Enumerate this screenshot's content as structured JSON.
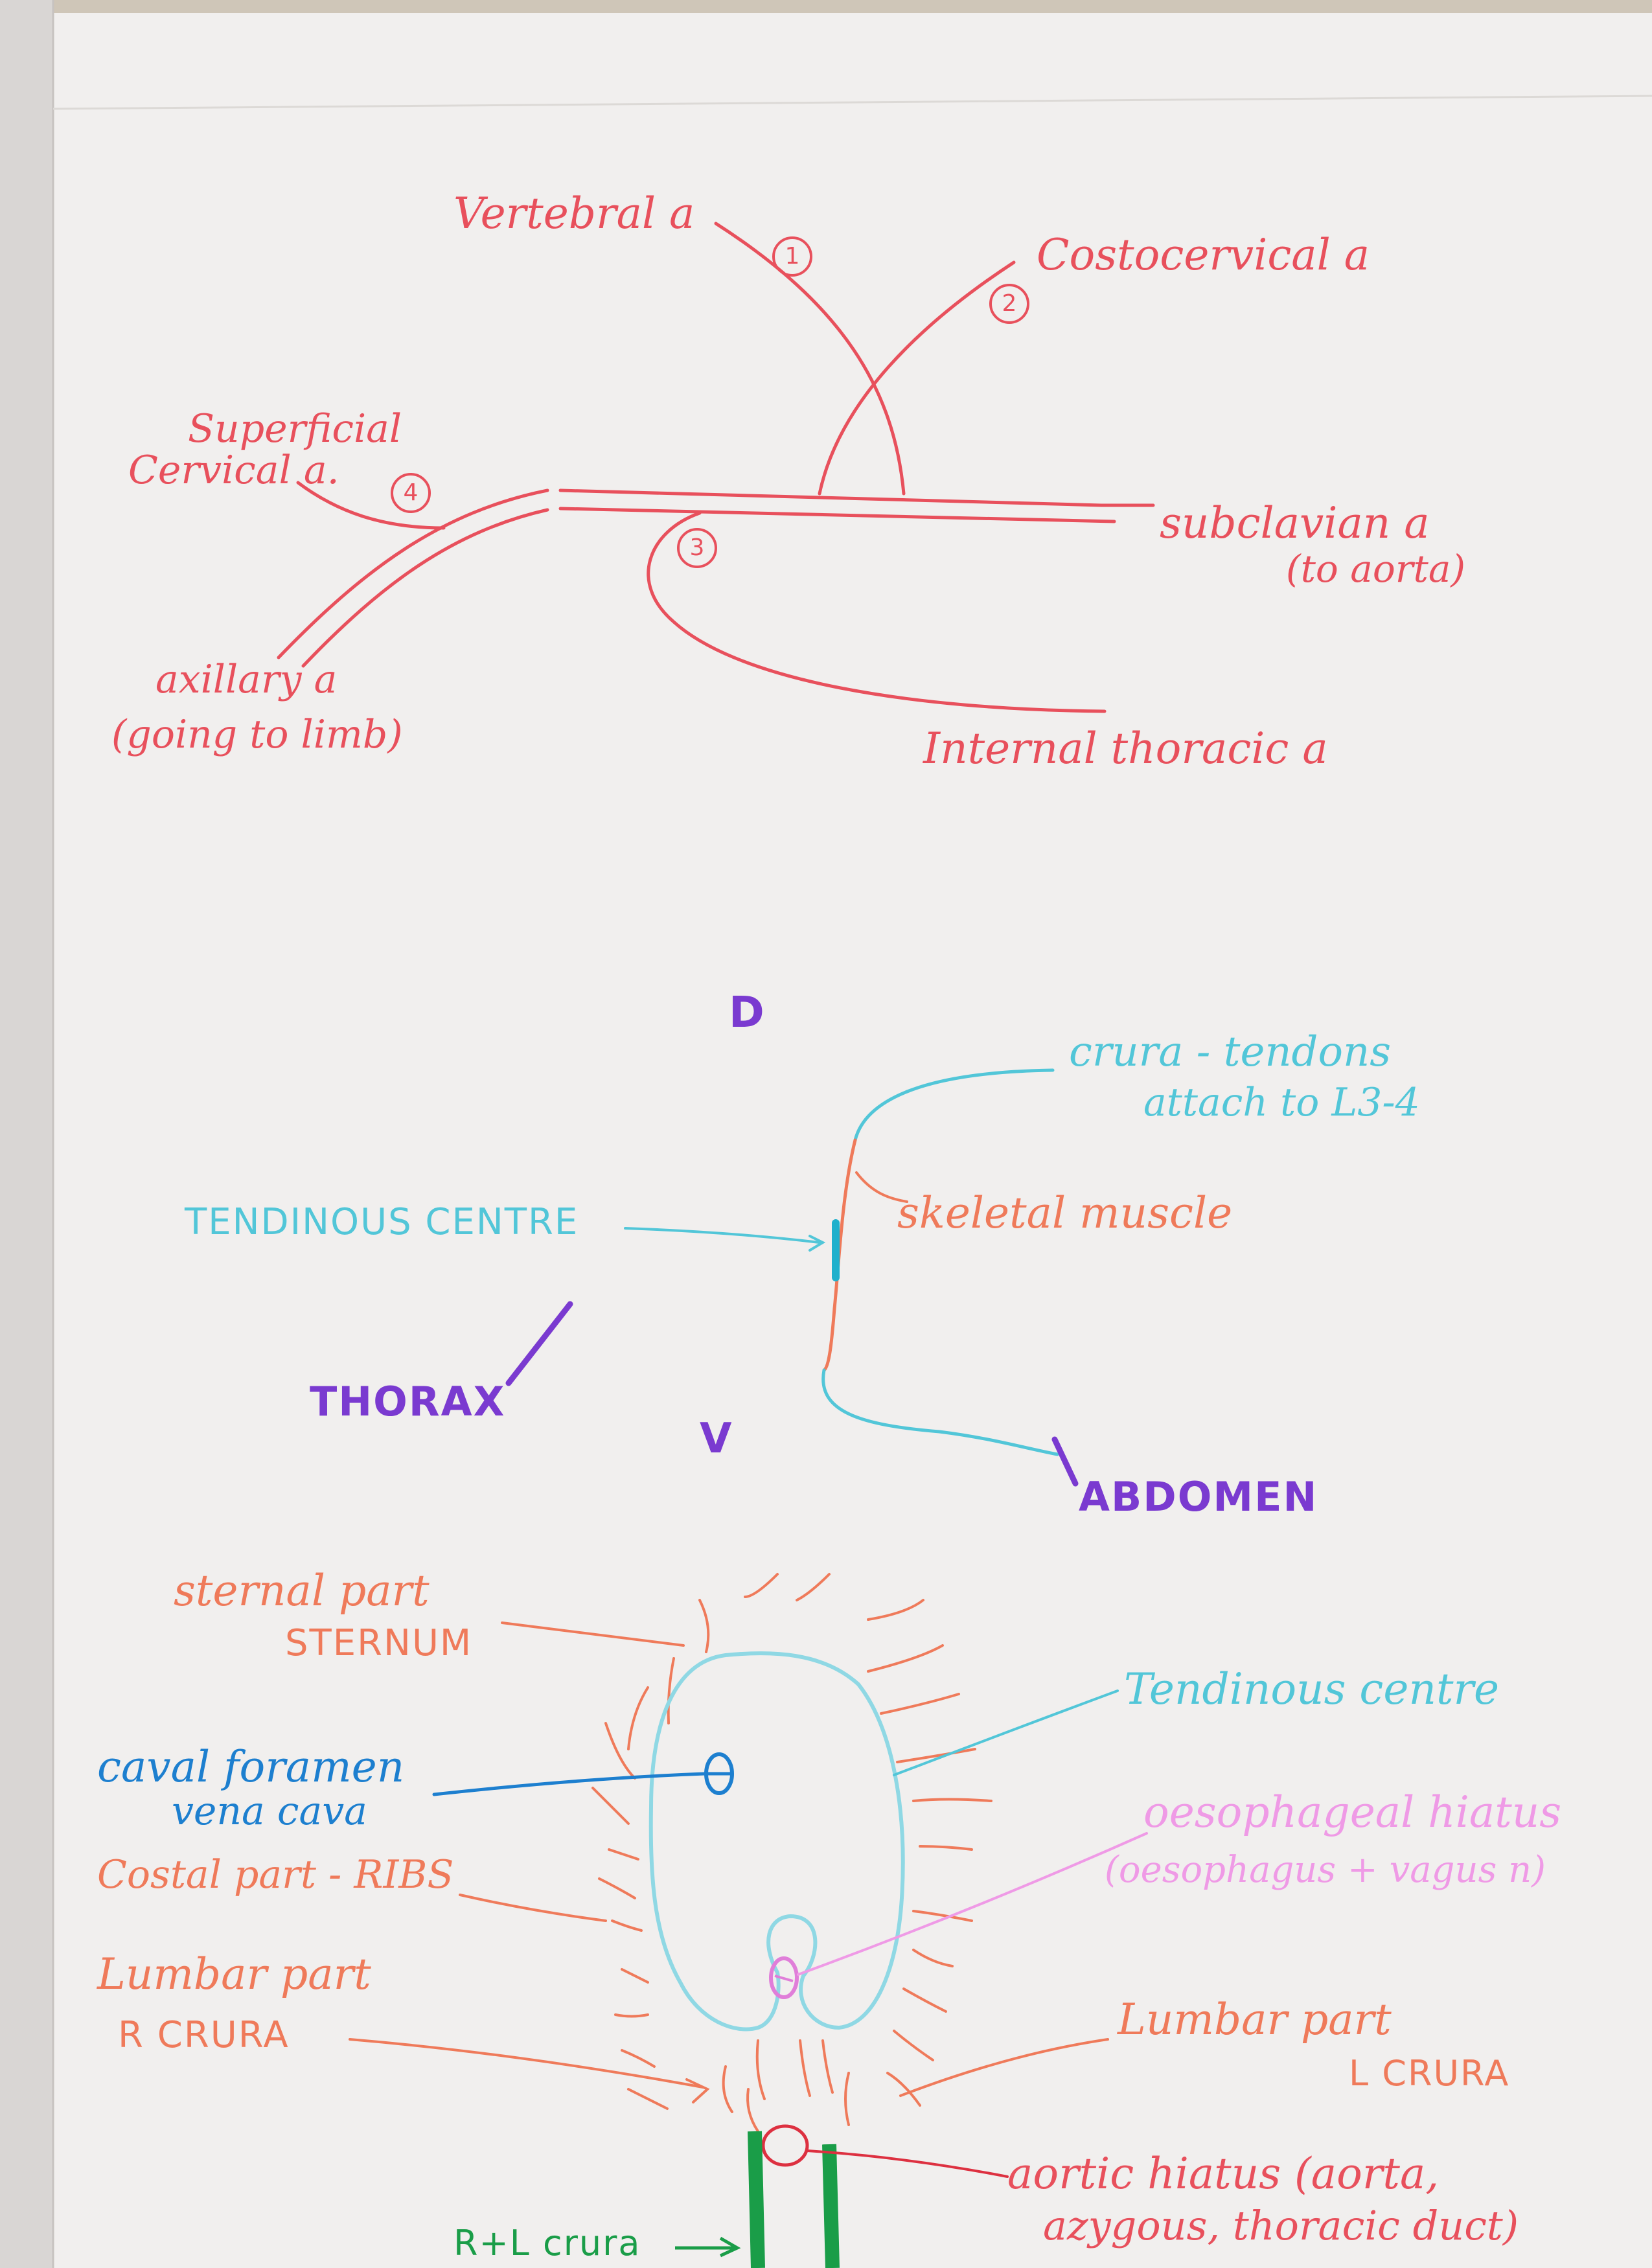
{
  "colors": {
    "paper": "#f1efee",
    "artery": "#e8505c",
    "tendon": "#52c6d8",
    "muscle": "#ef7a5a",
    "caval": "#1d7fcf",
    "oesophageal": "#ef9ae6",
    "orientation": "#7a3ad0",
    "crura": "#1a9d48"
  },
  "subclavian_diagram": {
    "vertebral": "Vertebral a",
    "costocervical": "Costocervical a",
    "superficial_cervical_1": "Superficial",
    "superficial_cervical_2": "Cervical a.",
    "subclavian_1": "subclavian a",
    "subclavian_2": "(to aorta)",
    "axillary_1": "axillary a",
    "axillary_2": "(going to limb)",
    "internal_thoracic": "Internal thoracic a",
    "branch_numbers": [
      "1",
      "2",
      "3",
      "4"
    ]
  },
  "diaphragm_side": {
    "dorsal": "D",
    "ventral": "V",
    "crura_1": "crura - tendons",
    "crura_2": "attach to L3-4",
    "tendinous_centre": "TENDINOUS CENTRE",
    "skeletal_muscle": "skeletal muscle",
    "thorax": "THORAX",
    "abdomen": "ABDOMEN"
  },
  "diaphragm_top": {
    "sternal_1": "sternal part",
    "sternal_2": "STERNUM",
    "tendinous_centre": "Tendinous centre",
    "caval_1": "caval foramen",
    "caval_2": "vena cava",
    "oesophageal_1": "oesophageal hiatus",
    "oesophageal_2": "(oesophagus + vagus n)",
    "costal": "Costal part - RIBS",
    "lumbar_r_1": "Lumbar part",
    "lumbar_r_2": "R CRURA",
    "lumbar_l_1": "Lumbar part",
    "lumbar_l_2": "L CRURA",
    "aortic_1": "aortic hiatus (aorta,",
    "aortic_2": "azygous, thoracic duct)",
    "rl_crura": "R+L crura"
  }
}
